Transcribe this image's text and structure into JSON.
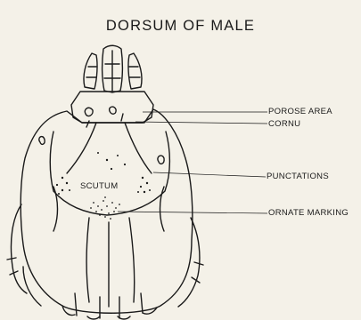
{
  "title": "DORSUM OF MALE",
  "labels": {
    "porose_area": "POROSE AREA",
    "cornu": "CORNU",
    "punctations": "PUNCTATIONS",
    "ornate_marking": "ORNATE MARKING",
    "scutum": "SCUTUM"
  },
  "colors": {
    "ink": "#1a1a1a",
    "paper": "#f4f1e8"
  }
}
